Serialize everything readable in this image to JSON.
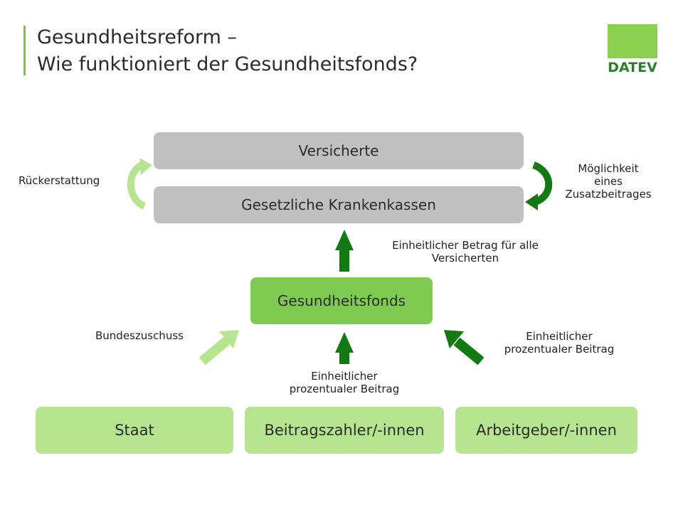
{
  "header": {
    "title_line1": "Gesundheitsreform –",
    "title_line2": "Wie funktioniert der Gesundheitsfonds?",
    "logo_text": "DATEV"
  },
  "diagram": {
    "versicherte": "Versicherte",
    "krankenkassen": "Gesetzliche Krankenkassen",
    "gesundheitsfonds": "Gesundheitsfonds",
    "staat": "Staat",
    "beitragszahler": "Beitragszahler/-innen",
    "arbeitgeber": "Arbeitgeber/-innen",
    "label_rueckerstattung": "Rückerstattung",
    "label_zusatz_line1": "Möglichkeit",
    "label_zusatz_line2": "eines",
    "label_zusatz_line3": "Zusatzbeitrages",
    "label_einheitlich_betrag_line1": "Einheitlicher Betrag für alle",
    "label_einheitlich_betrag_line2": "Versicherten",
    "label_bundeszuschuss": "Bundeszuschuss",
    "label_beitrag_mitte_line1": "Einheitlicher",
    "label_beitrag_mitte_line2": "prozentualer Beitrag",
    "label_beitrag_rechts_line1": "Einheitlicher",
    "label_beitrag_rechts_line2": "prozentualer Beitrag"
  },
  "colors": {
    "grey_box": "#c0c0c0",
    "fonds_green": "#7fca50",
    "light_green": "#b7e58f",
    "dark_arrow": "#127a12",
    "light_arrow": "#b7e58f"
  }
}
